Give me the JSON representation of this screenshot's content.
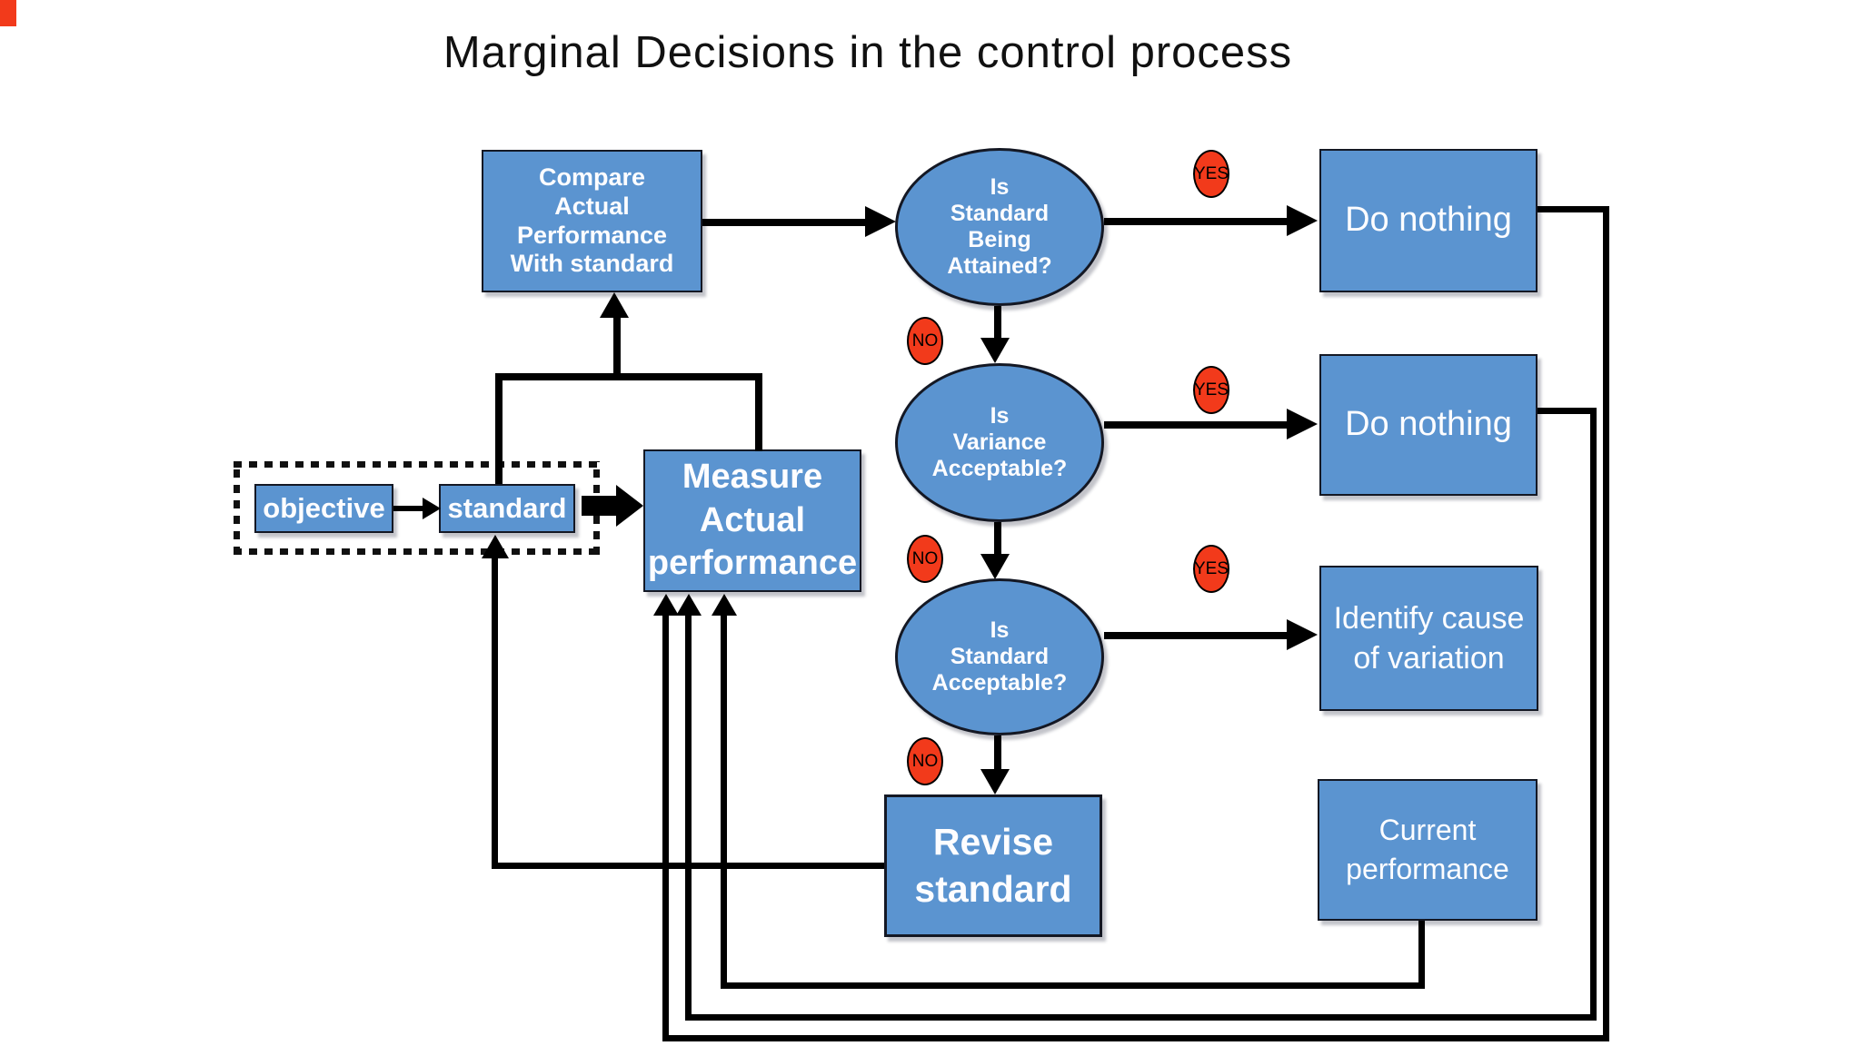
{
  "title": "Marginal Decisions in the control process",
  "colors": {
    "node_fill": "#5b94d0",
    "badge_fill": "#f23a1b",
    "line": "#000000",
    "text_on_node": "#fdfdff",
    "title_ink": "#111111"
  },
  "nodes": {
    "compare": {
      "text": "Compare\nActual\nPerformance\nWith standard"
    },
    "q_attained": {
      "text": "Is\nStandard\nBeing\nAttained?"
    },
    "q_variance": {
      "text": "Is\nVariance\nAcceptable?"
    },
    "q_standard": {
      "text": "Is\nStandard\nAcceptable?"
    },
    "do_nothing_top": {
      "text": "Do nothing"
    },
    "do_nothing_mid": {
      "text": "Do nothing"
    },
    "identify_cause": {
      "text": "Identify cause\nof variation"
    },
    "revise_standard": {
      "text": "Revise\nstandard"
    },
    "current_performance": {
      "text": "Current\nperformance"
    },
    "measure": {
      "text": "Measure\nActual\nperformance"
    },
    "objective": {
      "text": "objective"
    },
    "standard": {
      "text": "standard"
    }
  },
  "badges": {
    "yes_attained": "YES",
    "no_attained": "NO",
    "yes_variance": "YES",
    "no_variance": "NO",
    "yes_standard": "YES",
    "no_standard": "NO"
  }
}
